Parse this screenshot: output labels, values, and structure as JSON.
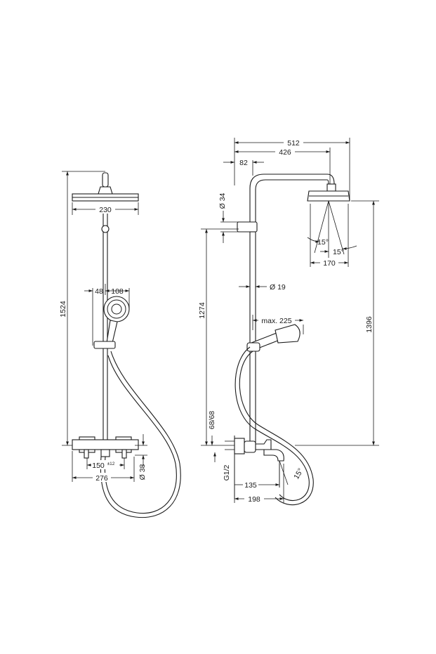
{
  "front_view": {
    "overall_height": "1524",
    "head_diameter": "230",
    "handshower_offset": "48",
    "handshower_diameter": "108",
    "center_distance": "150",
    "center_tolerance": "±12",
    "mixer_width": "276",
    "pipe_diameter": "Ø 38"
  },
  "side_view": {
    "total_reach": "512",
    "arm_reach": "426",
    "wall_to_pipe": "82",
    "pipe_diameter_top": "Ø 34",
    "riser_diameter": "Ø 19",
    "riser_height": "1274",
    "head_height": "1396",
    "handshower_reach": "max. 225",
    "head_tilt_left": "15°",
    "head_tilt_right": "15°",
    "head_size": "170",
    "wall_gap": "68/68",
    "thread": "G1/2",
    "spout_length": "135",
    "spout_reach": "198",
    "spout_angle": "15°"
  }
}
